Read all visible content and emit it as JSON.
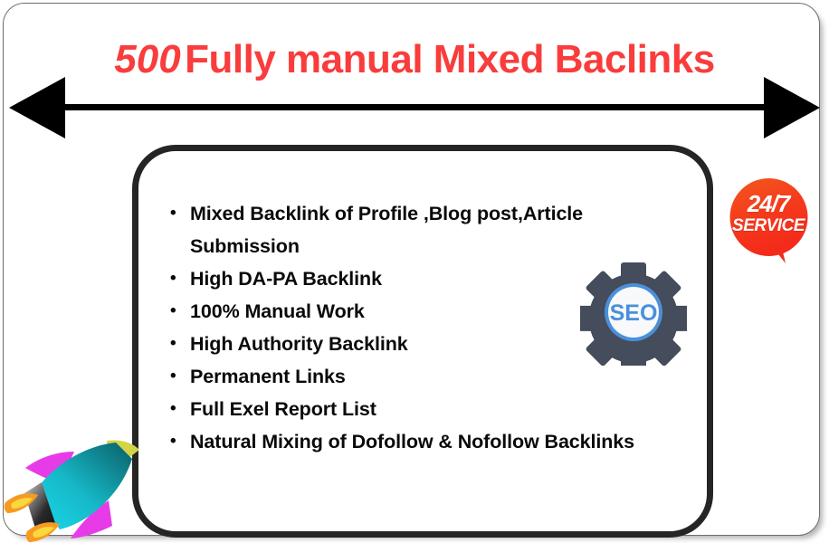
{
  "poster": {
    "title": {
      "number": "500",
      "text": "Fully manual Mixed Baclinks",
      "color": "#f93c3c"
    },
    "arrow": {
      "name": "double-headed-arrow",
      "color": "#000000"
    },
    "features": [
      "Mixed Backlink of Profile ,Blog post,Article Submission",
      "High DA-PA Backlink",
      "100% Manual Work",
      " High Authority Backlink",
      "Permanent Links",
      "Full Exel Report List",
      "Natural Mixing of Dofollow & Nofollow Backlinks"
    ],
    "seo_gear": {
      "icon": "gear-icon",
      "label": "SEO",
      "gear_color": "#454c5b",
      "ring_color": "#4a90d9",
      "text_color": "#4a90d9"
    },
    "badge": {
      "icon": "speech-bubble-icon",
      "line1": "24/7",
      "line2": "SERVICE",
      "fill_top": "#f4511e",
      "fill_bottom": "#f42a1a",
      "text_color": "#ffffff"
    },
    "rocket": {
      "icon": "rocket-icon",
      "body_color": "#17d8e8",
      "body_shade": "#0b6e72",
      "fin_color": "#e83be8",
      "nose_color": "#d4d447",
      "flame_outer": "#f79a22",
      "flame_inner": "#f7d93c"
    },
    "frame": {
      "border_color": "#6e6e6e",
      "box_border_color": "#262424"
    }
  }
}
